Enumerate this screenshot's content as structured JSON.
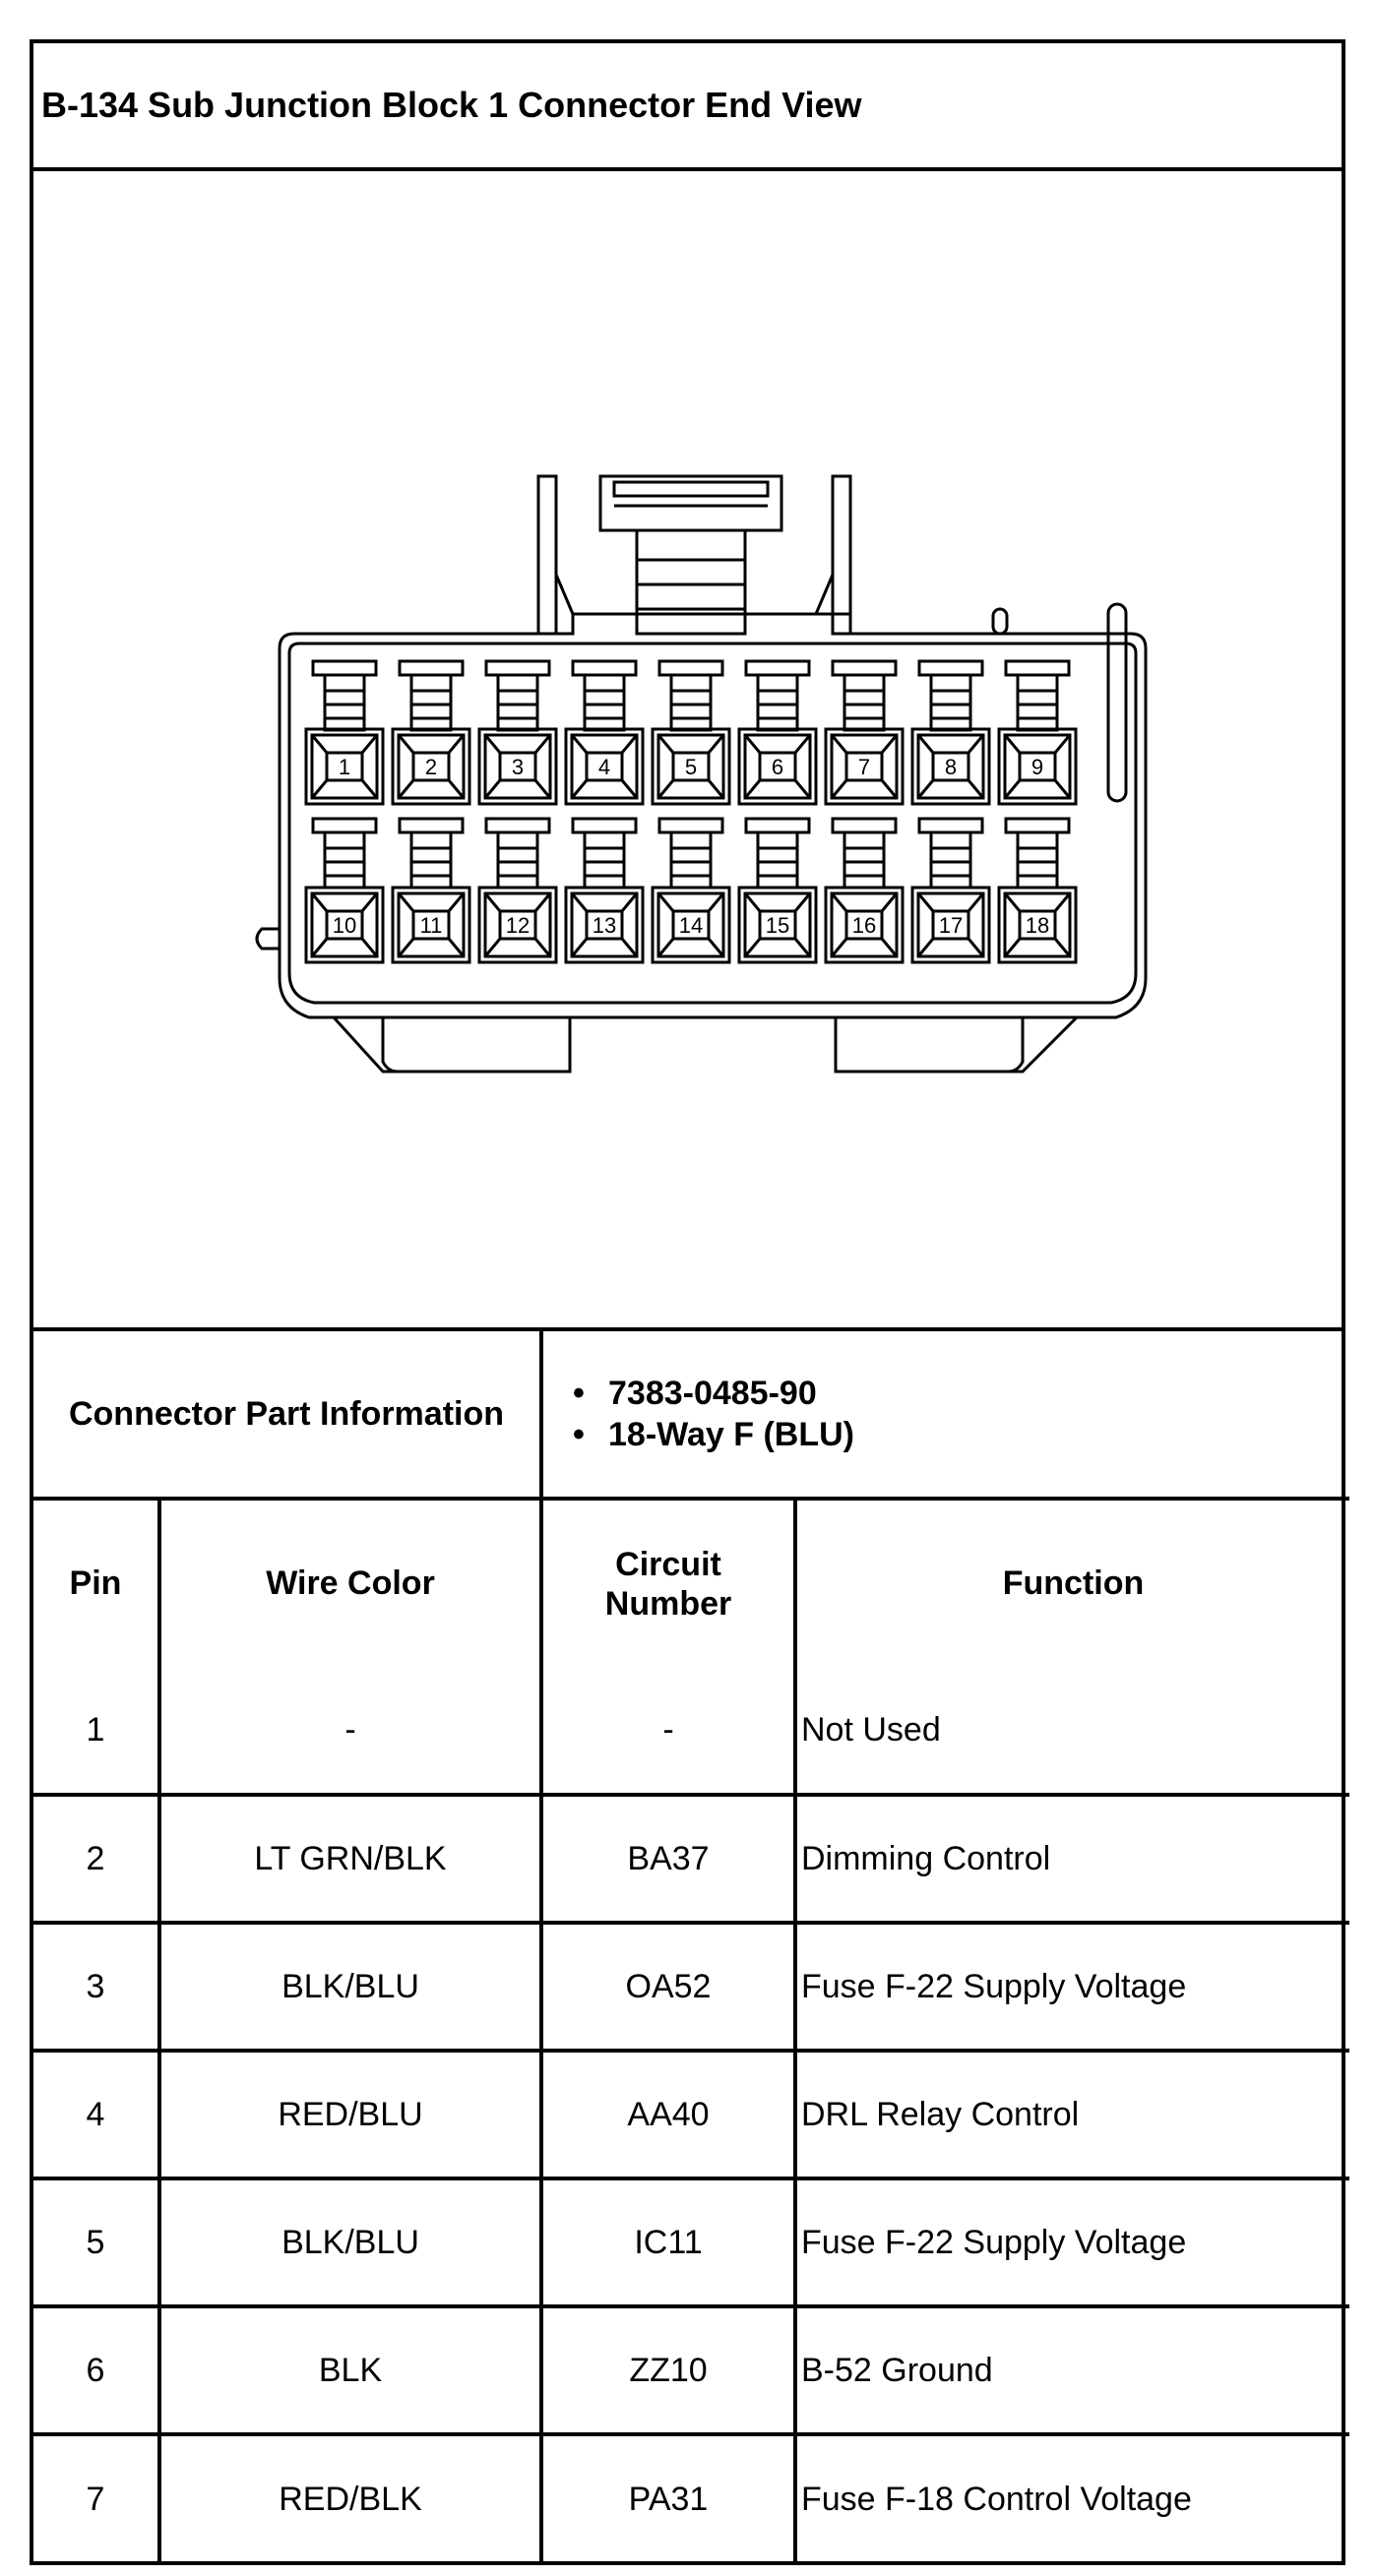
{
  "title": "B-134 Sub Junction Block 1 Connector End View",
  "connector_info": {
    "label": "Connector Part Information",
    "parts": [
      "7383-0485-90",
      "18-Way F (BLU)"
    ]
  },
  "diagram": {
    "pins_top": [
      "1",
      "2",
      "3",
      "4",
      "5",
      "6",
      "7",
      "8",
      "9"
    ],
    "pins_bottom": [
      "10",
      "11",
      "12",
      "13",
      "14",
      "15",
      "16",
      "17",
      "18"
    ]
  },
  "table": {
    "headers": {
      "pin": "Pin",
      "wire_color": "Wire Color",
      "circuit_line1": "Circuit",
      "circuit_line2": "Number",
      "function": "Function"
    },
    "rows": [
      {
        "pin": "1",
        "wire_color": "-",
        "circuit": "-",
        "function": "Not Used"
      },
      {
        "pin": "2",
        "wire_color": "LT GRN/BLK",
        "circuit": "BA37",
        "function": "Dimming Control"
      },
      {
        "pin": "3",
        "wire_color": "BLK/BLU",
        "circuit": "OA52",
        "function": "Fuse F-22 Supply Voltage"
      },
      {
        "pin": "4",
        "wire_color": "RED/BLU",
        "circuit": "AA40",
        "function": "DRL Relay Control"
      },
      {
        "pin": "5",
        "wire_color": "BLK/BLU",
        "circuit": "IC11",
        "function": "Fuse F-22 Supply Voltage"
      },
      {
        "pin": "6",
        "wire_color": "BLK",
        "circuit": "ZZ10",
        "function": "B-52 Ground"
      },
      {
        "pin": "7",
        "wire_color": "RED/BLK",
        "circuit": "PA31",
        "function": "Fuse F-18 Control Voltage"
      }
    ]
  }
}
